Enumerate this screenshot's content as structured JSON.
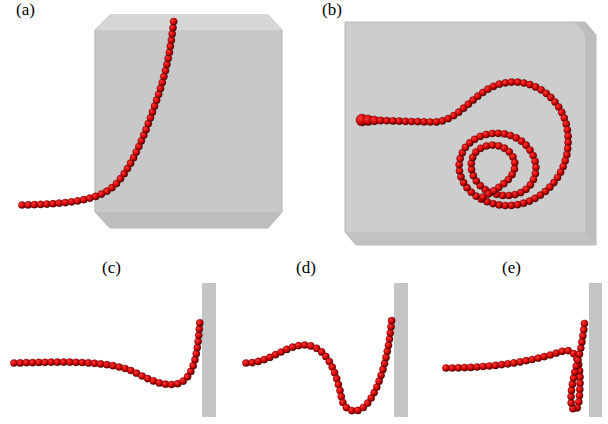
{
  "diagram": {
    "labels": [
      "(a)",
      "(b)",
      "(c)",
      "(d)",
      "(e)"
    ]
  }
}
